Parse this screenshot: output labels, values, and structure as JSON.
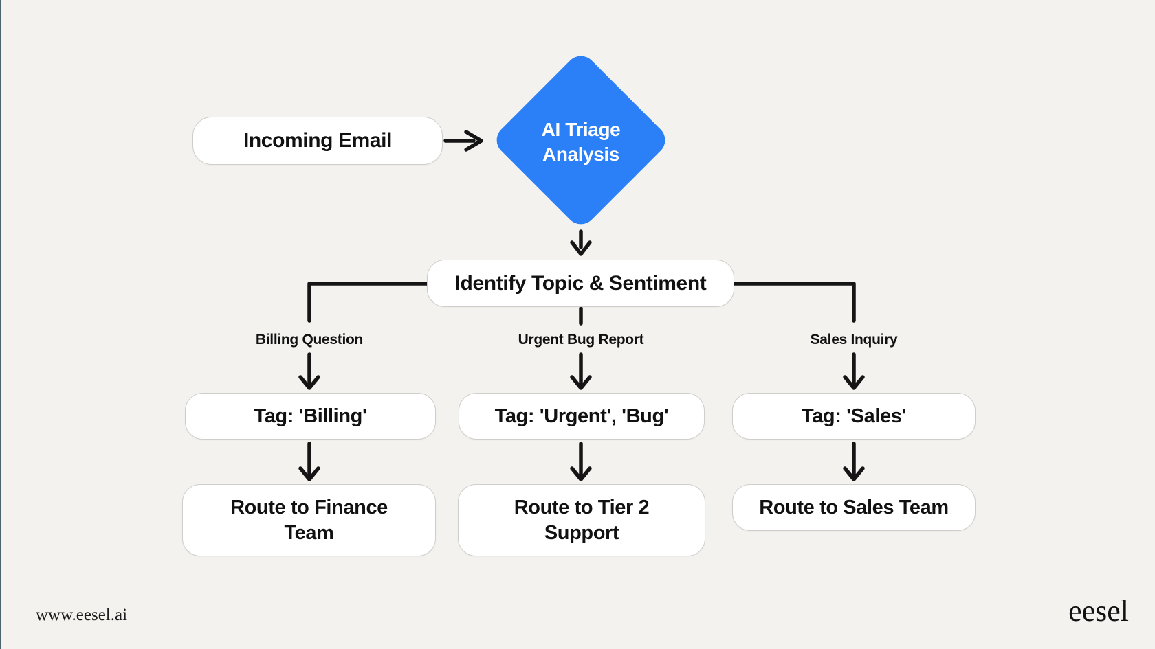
{
  "colors": {
    "background": "#F3F2EF",
    "accent_blue": "#2B80F8",
    "line_color": "#151515",
    "node_fill": "#FFFFFF",
    "node_border": "#CFCECB",
    "left_edge": "#4A646C"
  },
  "nodes": {
    "incoming": {
      "label": "Incoming Email"
    },
    "triage": {
      "line1": "AI Triage",
      "line2": "Analysis"
    },
    "identify": {
      "label": "Identify Topic & Sentiment"
    },
    "branches": [
      {
        "condition": "Billing Question",
        "tag": "Tag: 'Billing'",
        "route": "Route to Finance Team"
      },
      {
        "condition": "Urgent Bug Report",
        "tag": "Tag: 'Urgent', 'Bug'",
        "route": "Route to Tier 2 Support"
      },
      {
        "condition": "Sales Inquiry",
        "tag": "Tag: 'Sales'",
        "route": "Route to Sales Team"
      }
    ]
  },
  "footer": {
    "website": "www.eesel.ai",
    "logo": "eesel"
  }
}
